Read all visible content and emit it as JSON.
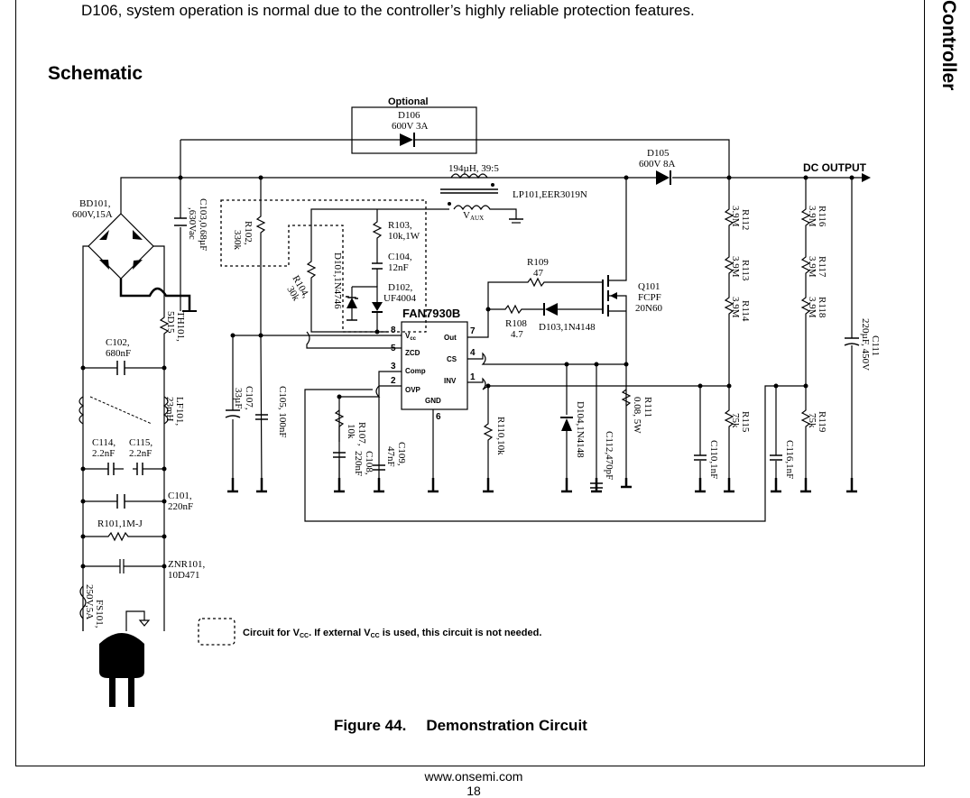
{
  "intro_text": "D106, system operation is normal due to the controller’s highly reliable protection features.",
  "side_tab": "Controller",
  "section_title": "Schematic",
  "figure": {
    "number": "Figure 44.",
    "title": "Demonstration Circuit"
  },
  "footer": {
    "url": "www.onsemi.com",
    "page": "18"
  },
  "schematic": {
    "optional_label": "Optional",
    "d106": [
      "D106",
      "600V 3A"
    ],
    "inductor_top": "194µH, 39:5",
    "lp101": "LP101,EER3019N",
    "vaux": "V",
    "vaux_sub": "AUX",
    "d105": [
      "D105",
      "600V 8A"
    ],
    "dc_output": "DC OUTPUT",
    "bd101": [
      "BD101,",
      "600V,15A"
    ],
    "c103": [
      "C103,0.68µF",
      ",630Vac"
    ],
    "r102": [
      "R102,",
      "330k"
    ],
    "r103": [
      "R103,",
      "10k,1W"
    ],
    "c104": [
      "C104,",
      "12nF"
    ],
    "d102": [
      "D102,",
      "UF4004"
    ],
    "d101": "D101,1N4746",
    "r104": [
      "R104,",
      "30k"
    ],
    "r109": [
      "R109",
      "47"
    ],
    "r108": [
      "R108",
      "4.7"
    ],
    "d103": "D103,1N4148",
    "q101": [
      "Q101",
      "FCPF",
      "20N60"
    ],
    "ic_name": "FAN7930B",
    "pins": {
      "vcc": "V",
      "vcc_sub": "cc",
      "zcd": "ZCD",
      "comp": "Comp",
      "ovp": "OVP",
      "gnd": "GND",
      "out": "Out",
      "cs": "CS",
      "inv": "INV"
    },
    "pin_numbers": [
      "8",
      "5",
      "3",
      "2",
      "6",
      "7",
      "4",
      "1"
    ],
    "r112": [
      "R112",
      "3.9M"
    ],
    "r113": [
      "R113",
      "3.9M"
    ],
    "r114": [
      "R114",
      "3.9M"
    ],
    "r116": [
      "R116",
      "3.9M"
    ],
    "r117": [
      "R117",
      "3.9M"
    ],
    "r118": [
      "R118",
      "3.9M"
    ],
    "c111": [
      "C111",
      "220µF, 450V"
    ],
    "th101": [
      "TH101,",
      "5D15"
    ],
    "c102": [
      "C102,",
      "680nF"
    ],
    "lf101": [
      "LF101,",
      "23mH"
    ],
    "c114": [
      "C114,",
      "2.2nF"
    ],
    "c115": [
      "C115,",
      "2.2nF"
    ],
    "c101": [
      "C101,",
      "220nF"
    ],
    "r101": "R101,1M-J",
    "znr101": [
      "ZNR101,",
      "10D471"
    ],
    "fs101": [
      "FS101,",
      "250V,5A"
    ],
    "c107": [
      "C107,",
      "33µF"
    ],
    "c105": "C105, 100nF",
    "r107": [
      "R107,",
      "10k"
    ],
    "c108": [
      "C108,",
      "220nF"
    ],
    "c109": [
      "C109,",
      "47nF"
    ],
    "r110": "R110,10k",
    "d104": "D104,1N4148",
    "c112": "C112,470pF",
    "r111": [
      "R111",
      "0.08, 5W"
    ],
    "c110": "C110,1nF",
    "r115": [
      "R115",
      "75k"
    ],
    "c116": "C116,1nF",
    "r119": [
      "R119",
      "75k"
    ],
    "legend": {
      "pre": "Circuit for V",
      "sub": "CC",
      "mid": ". If external V",
      "sub2": "CC",
      "post": " is used, this circuit is not needed."
    }
  }
}
